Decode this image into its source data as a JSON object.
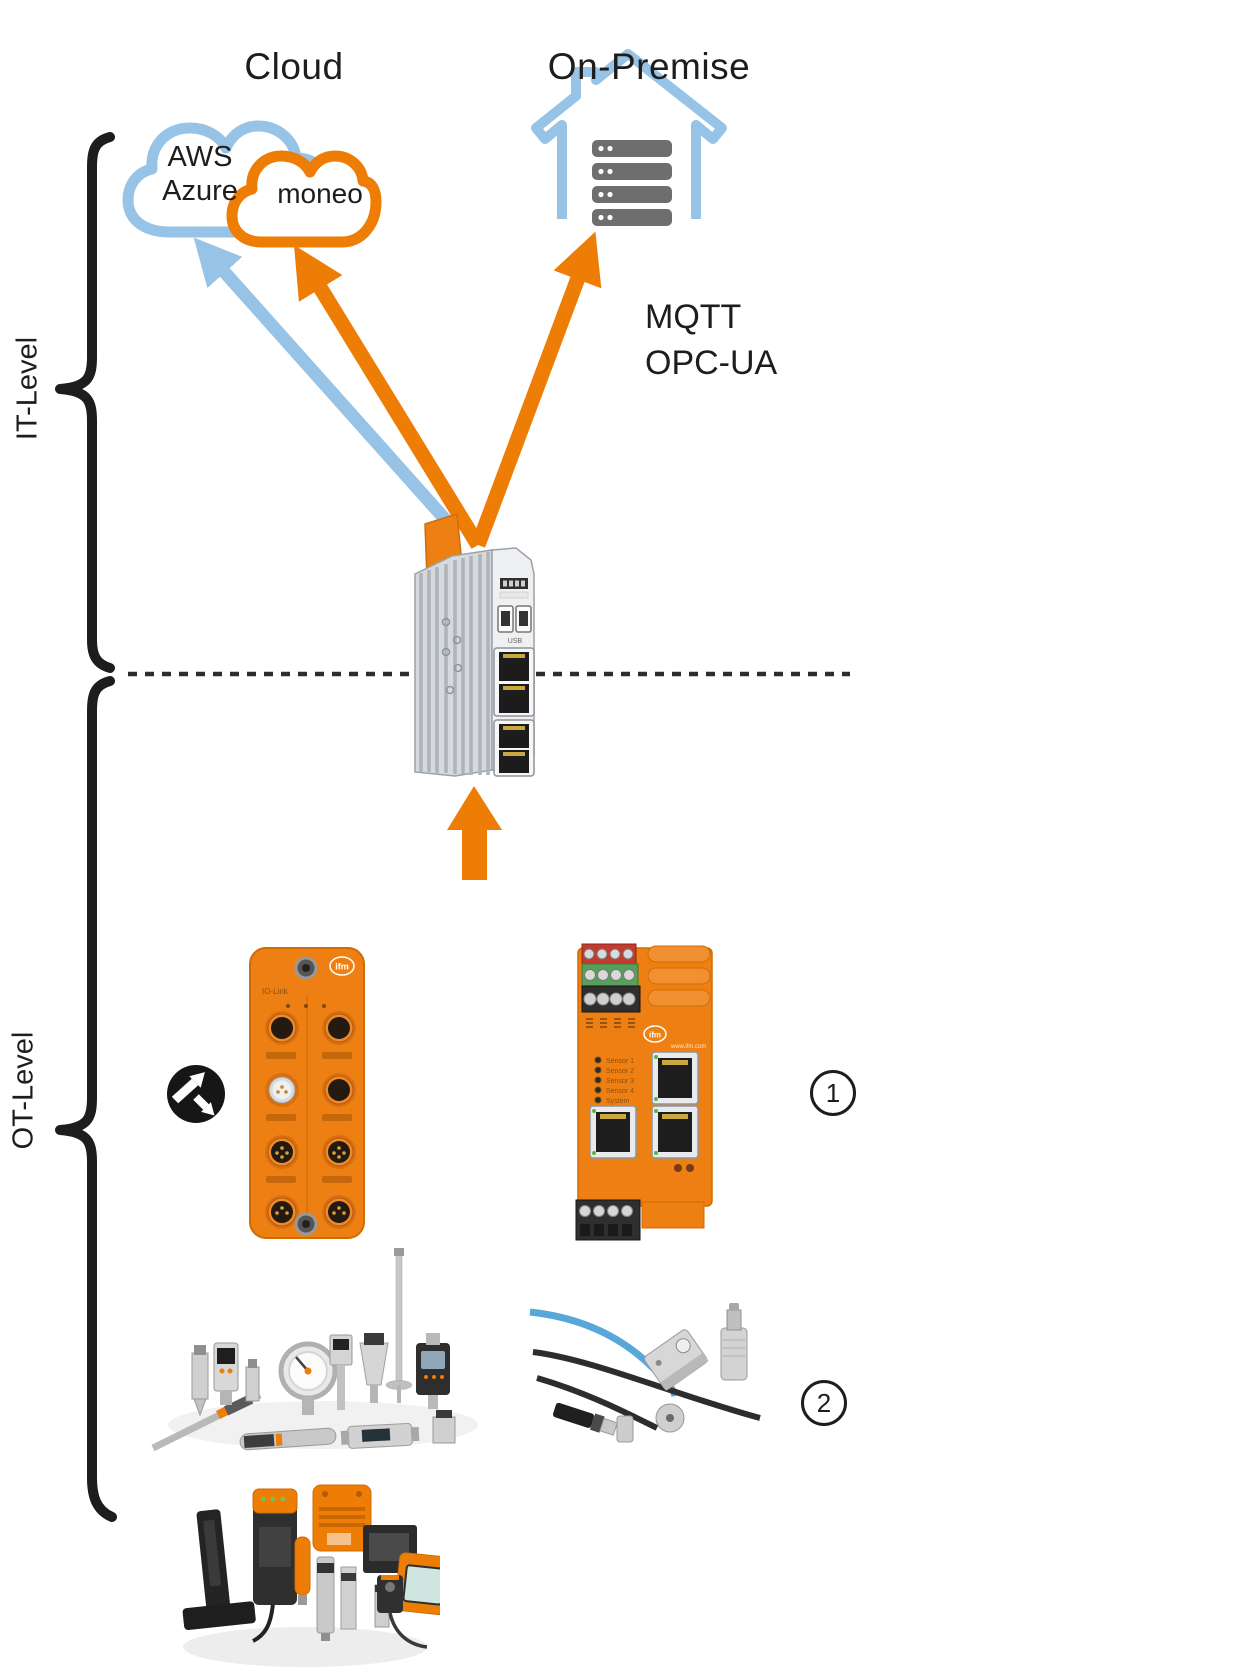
{
  "header": {
    "cloud": "Cloud",
    "on_premise": "On-Premise"
  },
  "clouds": {
    "aws": "AWS",
    "azure": "Azure",
    "moneo": "moneo"
  },
  "protocols": {
    "line1": "MQTT",
    "line2": "OPC-UA"
  },
  "levels": {
    "it": "IT-Level",
    "ot": "OT-Level"
  },
  "callouts": {
    "one": "1",
    "two": "2"
  },
  "devices": {
    "edge_gateway": {
      "usb_label": "USB"
    },
    "field_master": {
      "brand": "ifm",
      "bus_label": "IO-Link"
    },
    "cabinet_master": {
      "brand": "ifm",
      "website": "www.ifm.com",
      "leds": [
        "Sensor 1",
        "Sensor 2",
        "Sensor 3",
        "Sensor 4",
        "System"
      ]
    }
  },
  "icons": {
    "aws_azure_cloud": "cloud-outline-blue",
    "moneo_cloud": "cloud-outline-orange",
    "on_premise": "house-with-server-rack-icon",
    "io_link": "io-link-logo",
    "edge_gateway": "finned-edge-gateway-device",
    "field_master": "io-link-master-field-module",
    "cabinet_master": "io-link-master-cabinet-module",
    "sensor_groups": [
      "process-sensors-photo",
      "vibration-sensors-photo",
      "position-sensors-photo"
    ]
  },
  "colors": {
    "orange": "#ED7D05",
    "blue": "#96C3E6",
    "server_gray": "#6E6E6E",
    "ink": "#1D1D1B"
  }
}
